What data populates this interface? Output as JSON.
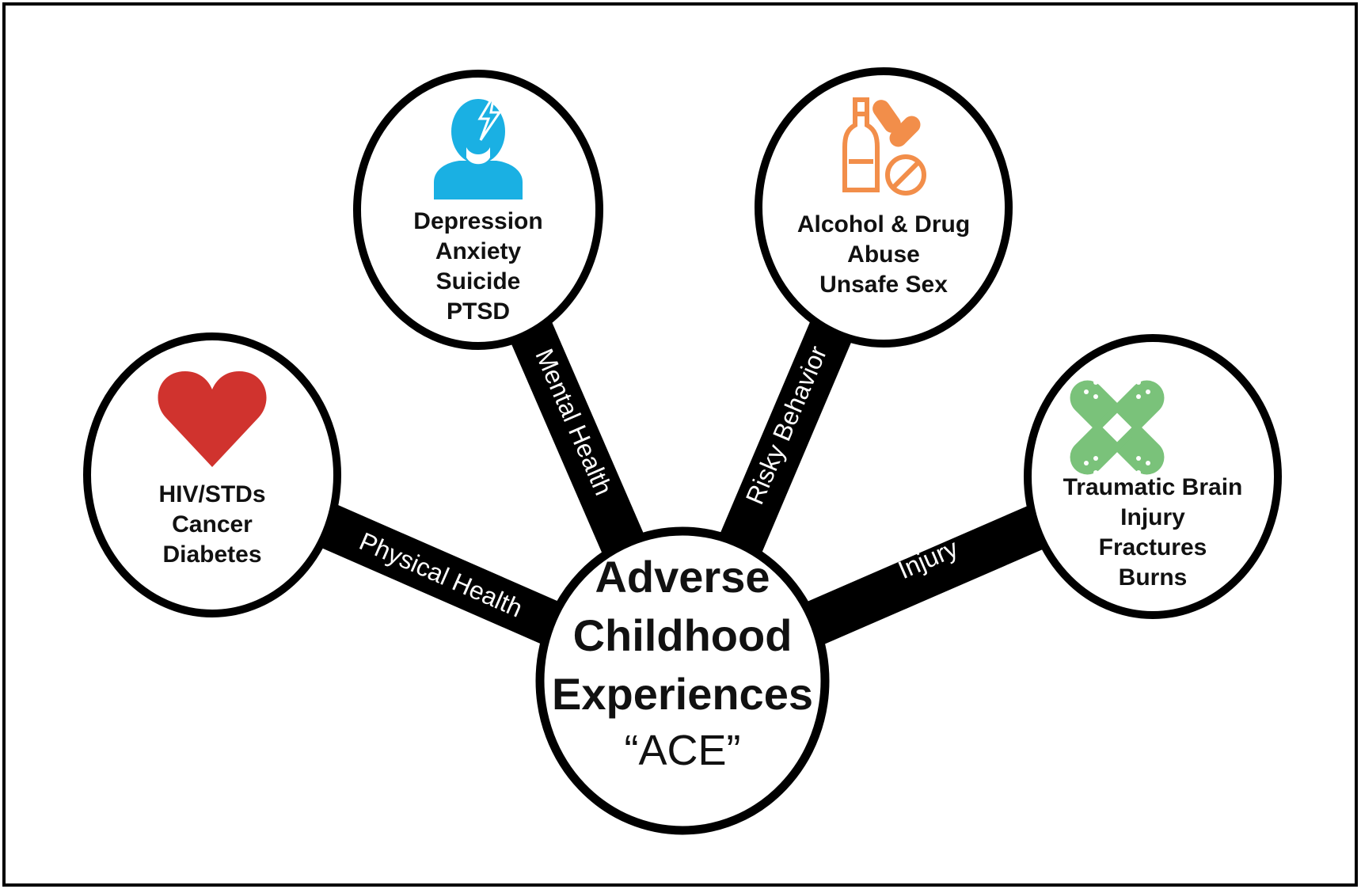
{
  "center": {
    "lines": [
      "Adverse",
      "Childhood",
      "Experiences"
    ],
    "abbreviation": "“ACE”"
  },
  "branches": {
    "physical": {
      "label": "Physical Health",
      "icon": "heart-icon",
      "icon_color": "#d0332e",
      "lines": [
        "HIV/STDs",
        "Cancer",
        "Diabetes"
      ]
    },
    "mental": {
      "label": "Mental Health",
      "icon": "person-lightning-icon",
      "icon_color": "#1ab0e3",
      "lines": [
        "Depression",
        "Anxiety",
        "Suicide",
        "PTSD"
      ]
    },
    "risky": {
      "label": "Risky Behavior",
      "icon": "bottle-pills-icon",
      "icon_color": "#f28e4a",
      "lines": [
        "Alcohol & Drug",
        "Abuse",
        "Unsafe Sex"
      ]
    },
    "injury": {
      "label": "Injury",
      "icon": "crossed-bandages-icon",
      "icon_color": "#7ac27a",
      "lines": [
        "Traumatic Brain",
        "Injury",
        "Fractures",
        "Burns"
      ]
    }
  }
}
